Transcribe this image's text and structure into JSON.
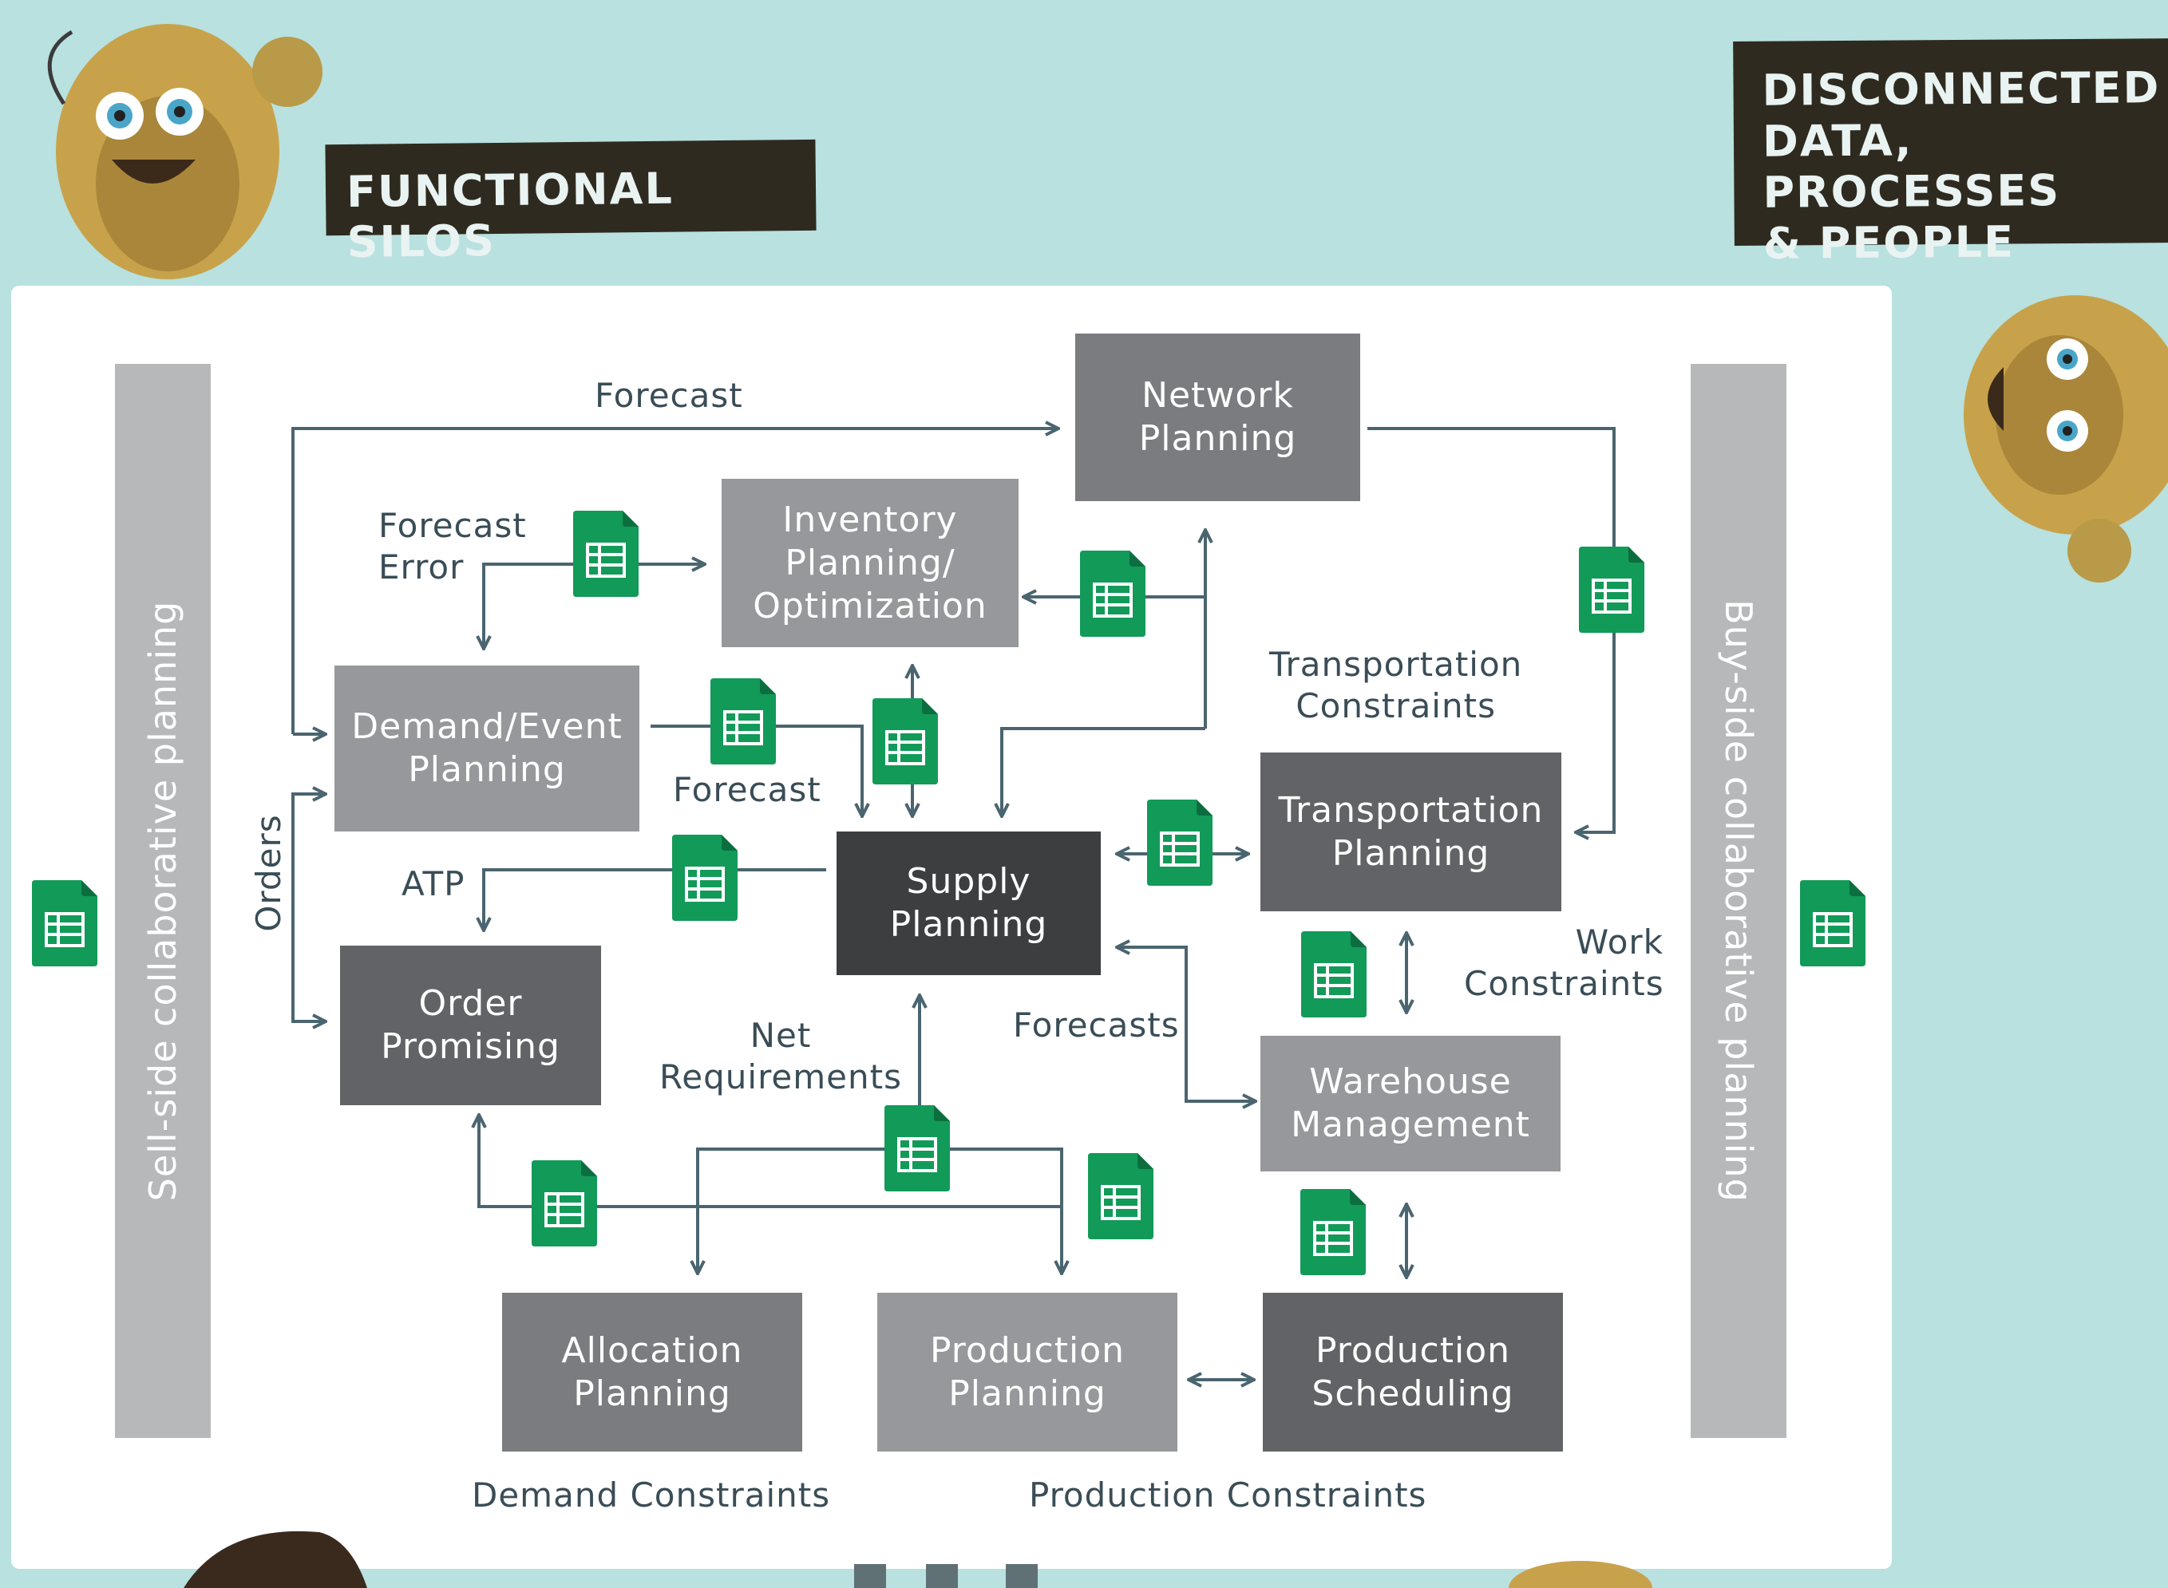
{
  "header": {
    "functional_silos": "FUNCTIONAL SILOS",
    "disconnected": "DISCONNECTED\nDATA, PROCESSES\n& PEOPLE"
  },
  "side_bars": {
    "left": "Sell-side collaborative planning",
    "right": "Buy-side collaborative planning"
  },
  "nodes": {
    "network_planning": "Network\nPlanning",
    "inventory_planning": "Inventory\nPlanning/\nOptimization",
    "demand_event_planning": "Demand/Event\nPlanning",
    "supply_planning": "Supply\nPlanning",
    "transportation_planning": "Transportation\nPlanning",
    "order_promising": "Order\nPromising",
    "warehouse_management": "Warehouse\nManagement",
    "allocation_planning": "Allocation\nPlanning",
    "production_planning": "Production\nPlanning",
    "production_scheduling": "Production\nScheduling"
  },
  "flow_labels": {
    "forecast_top": "Forecast",
    "forecast_error": "Forecast\nError",
    "forecast_mid": "Forecast",
    "transportation_constraints": "Transportation\nConstraints",
    "orders": "Orders",
    "atp": "ATP",
    "work_constraints": "Work\nConstraints",
    "net_requirements": "Net\nRequirements",
    "forecasts": "Forecasts",
    "demand_constraints": "Demand Constraints",
    "production_constraints": "Production Constraints"
  },
  "icon": "spreadsheet-icon",
  "colors": {
    "background": "#b8e1df",
    "label_box": "#2f2a1f",
    "arrow": "#4a6570",
    "spreadsheet_green": "#129a59"
  }
}
